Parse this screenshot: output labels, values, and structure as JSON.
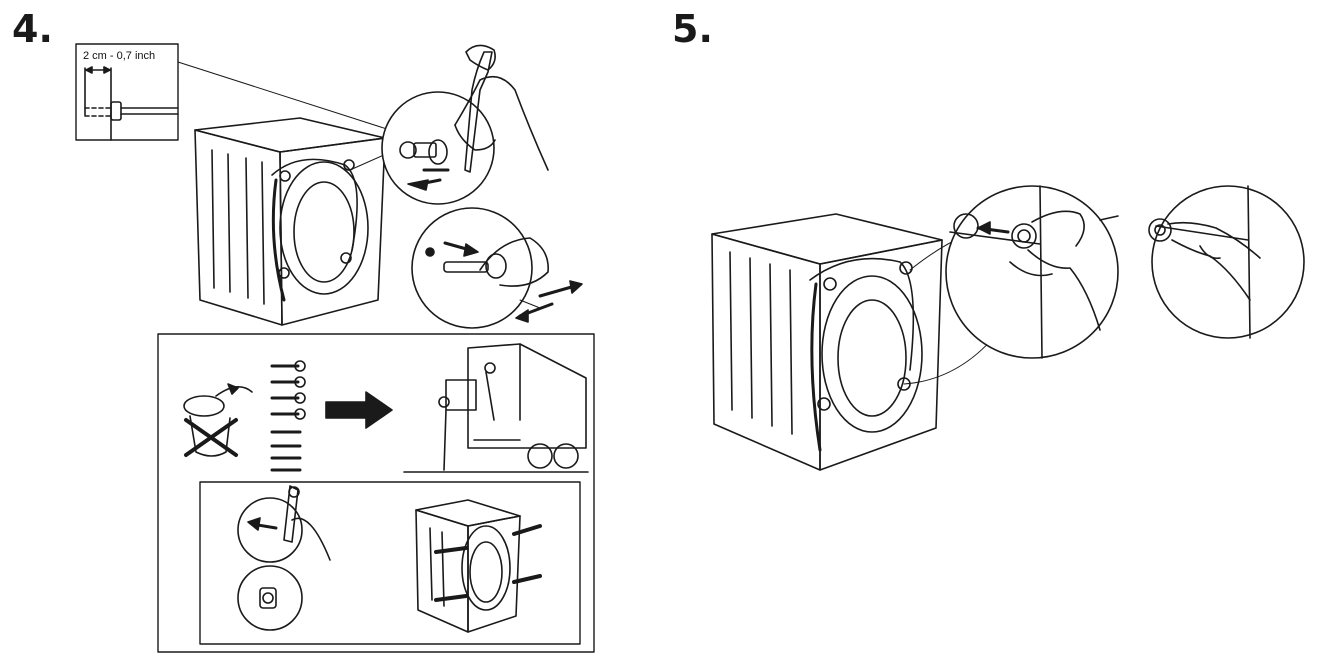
{
  "steps": [
    {
      "number": "4.",
      "dimension_label": "2 cm - 0,7 inch"
    },
    {
      "number": "5."
    }
  ],
  "icons": [
    "washing-machine",
    "wrench",
    "transport-bolt",
    "plastic-cap",
    "truck",
    "prohibited-bin"
  ]
}
